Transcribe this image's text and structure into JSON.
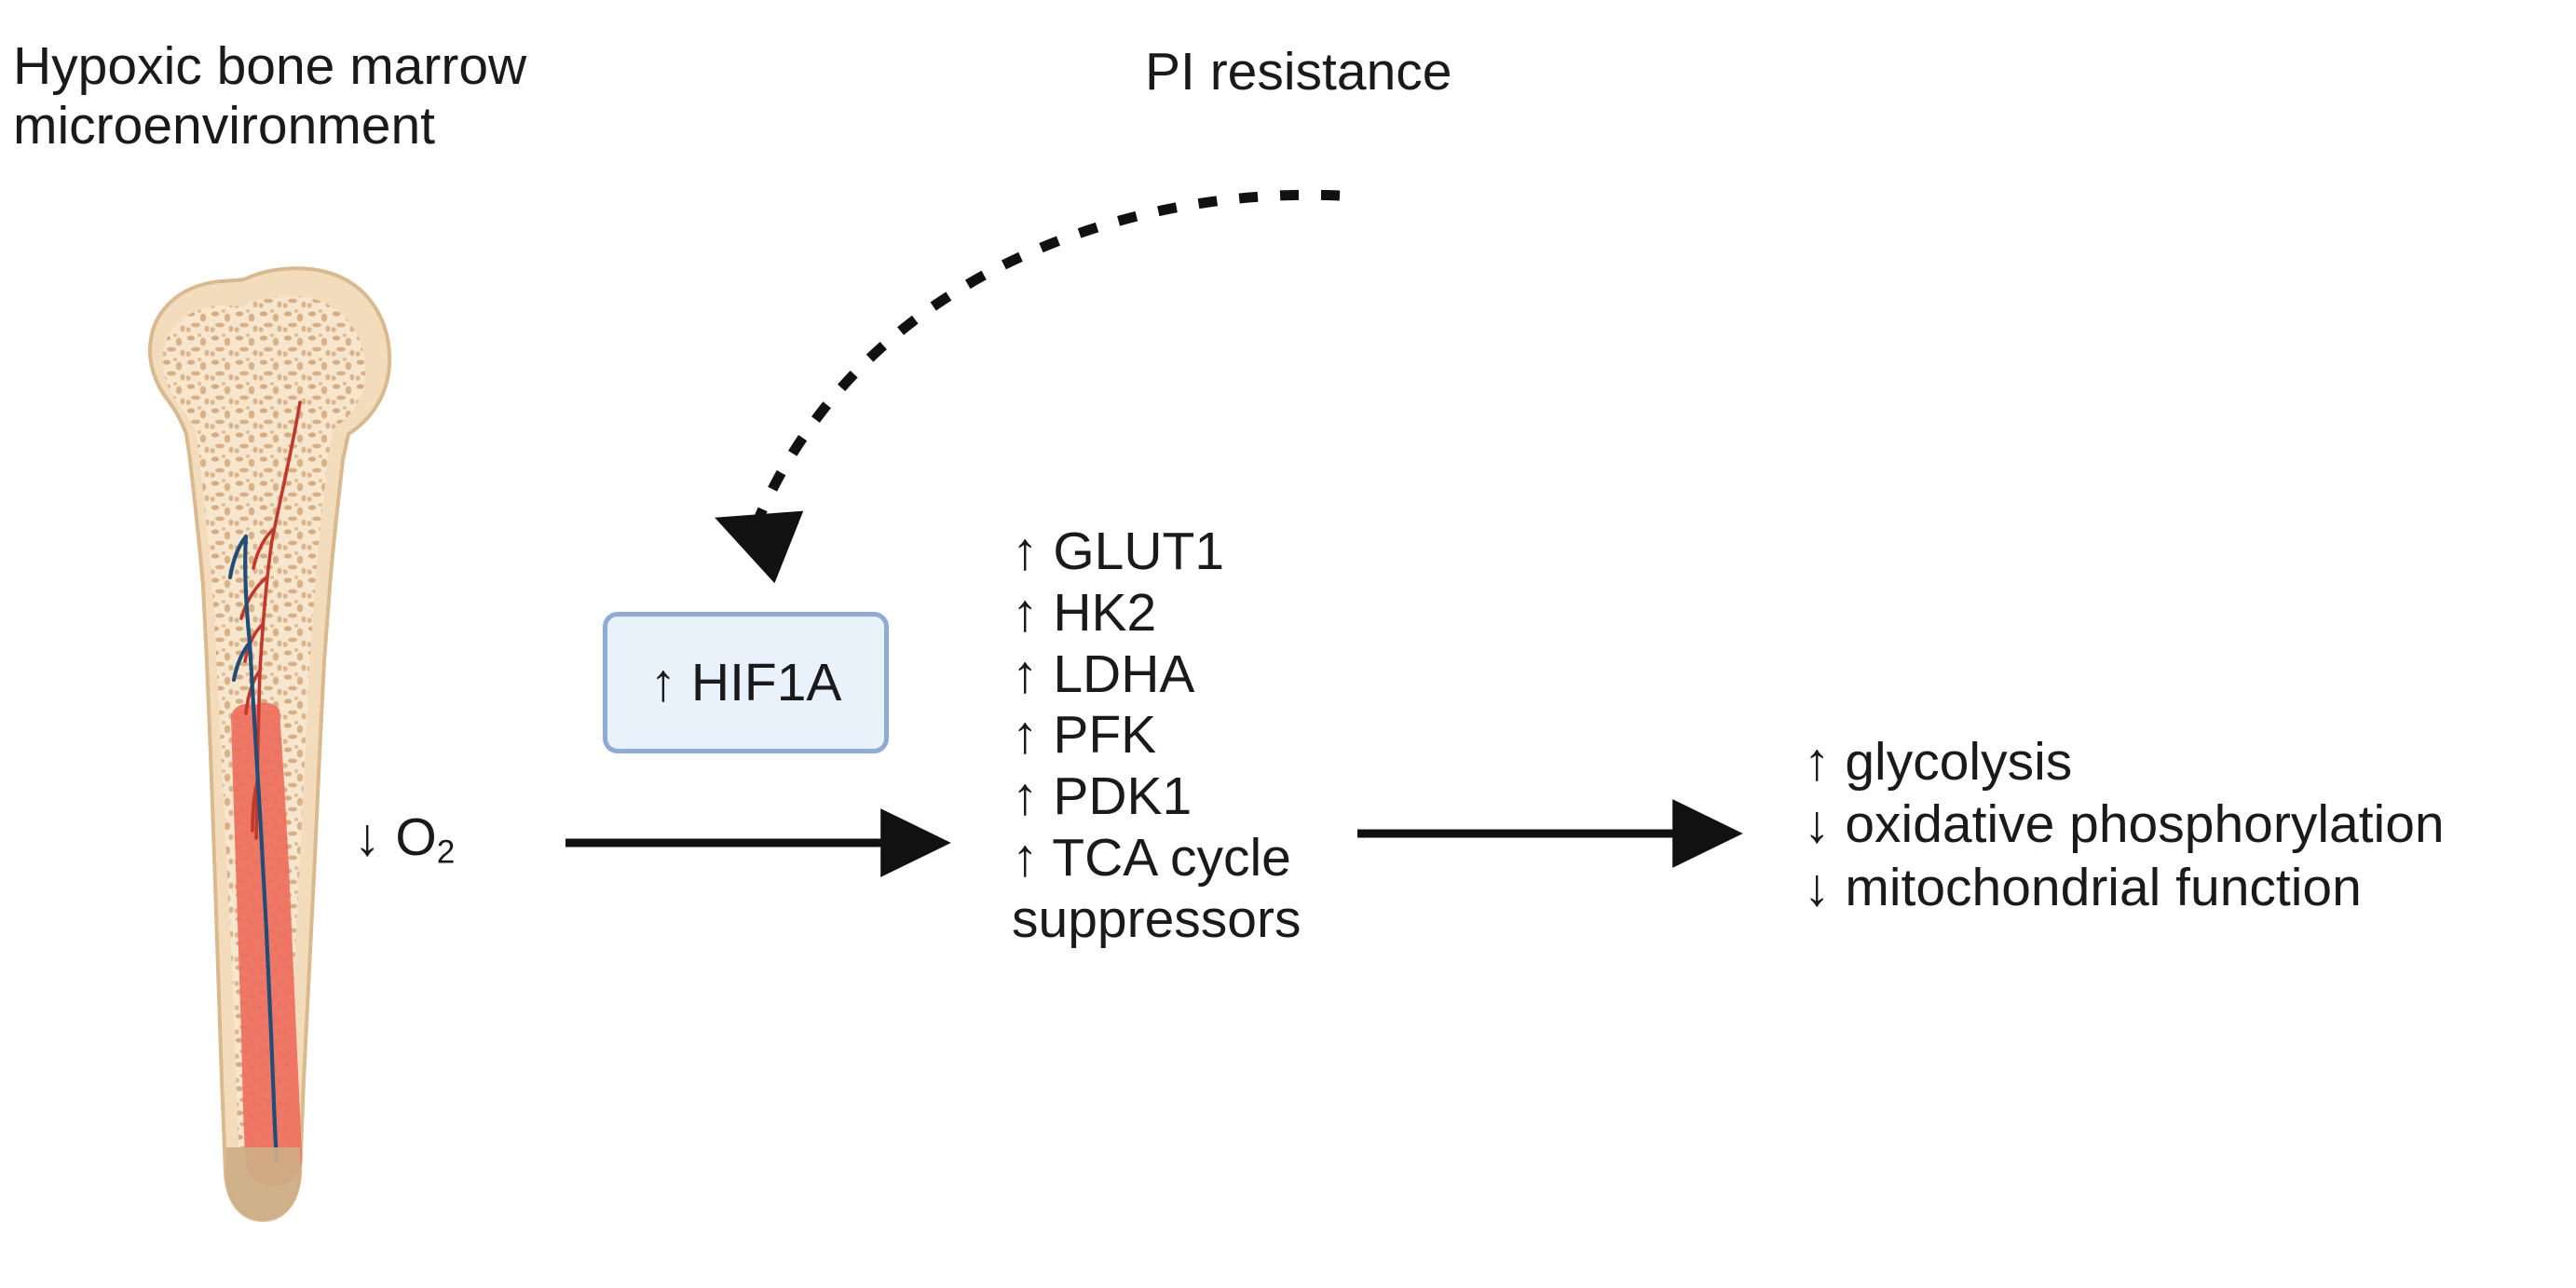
{
  "figure": {
    "background_color": "#ffffff",
    "text_color": "#1a1a1a"
  },
  "labels": {
    "hypoxia_title_line1": "Hypoxic bone marrow",
    "hypoxia_title_line2": "microenvironment",
    "pi_resistance": "PI resistance",
    "oxygen_down": "↓ O",
    "oxygen_subscript": "2"
  },
  "hif1a_node": {
    "label": "↑ HIF1A",
    "fill_color": "#e9f1fb",
    "border_color": "#8faad6"
  },
  "gene_targets": {
    "items": [
      "↑ GLUT1",
      "↑ HK2",
      "↑ LDHA",
      "↑ PFK",
      "↑ PDK1",
      "↑ TCA cycle",
      "suppressors"
    ]
  },
  "metabolic_outcomes": {
    "items": [
      "↑ glycolysis",
      "↓ oxidative phosphorylation",
      "↓ mitochondrial function"
    ]
  },
  "arrows": {
    "hypoxia_to_hif1a": {
      "style": "solid",
      "direction": "right"
    },
    "genes_to_outcomes": {
      "style": "solid",
      "direction": "right"
    },
    "pi_resistance_to_hif1a": {
      "style": "dashed",
      "direction": "down"
    },
    "color": "#111111"
  },
  "bone_illustration": {
    "name": "femur-cross-section",
    "cortical_color": "#f3dcbc",
    "cortical_edge_color": "#d9b98d",
    "trabecular_color": "#f6e6cd",
    "trabecular_speckle_color": "#d3a172",
    "red_marrow_color": "#ee6e5e",
    "artery_color": "#c0392b",
    "vein_color": "#1f4e79",
    "distal_cap_color": "#cdae86"
  }
}
